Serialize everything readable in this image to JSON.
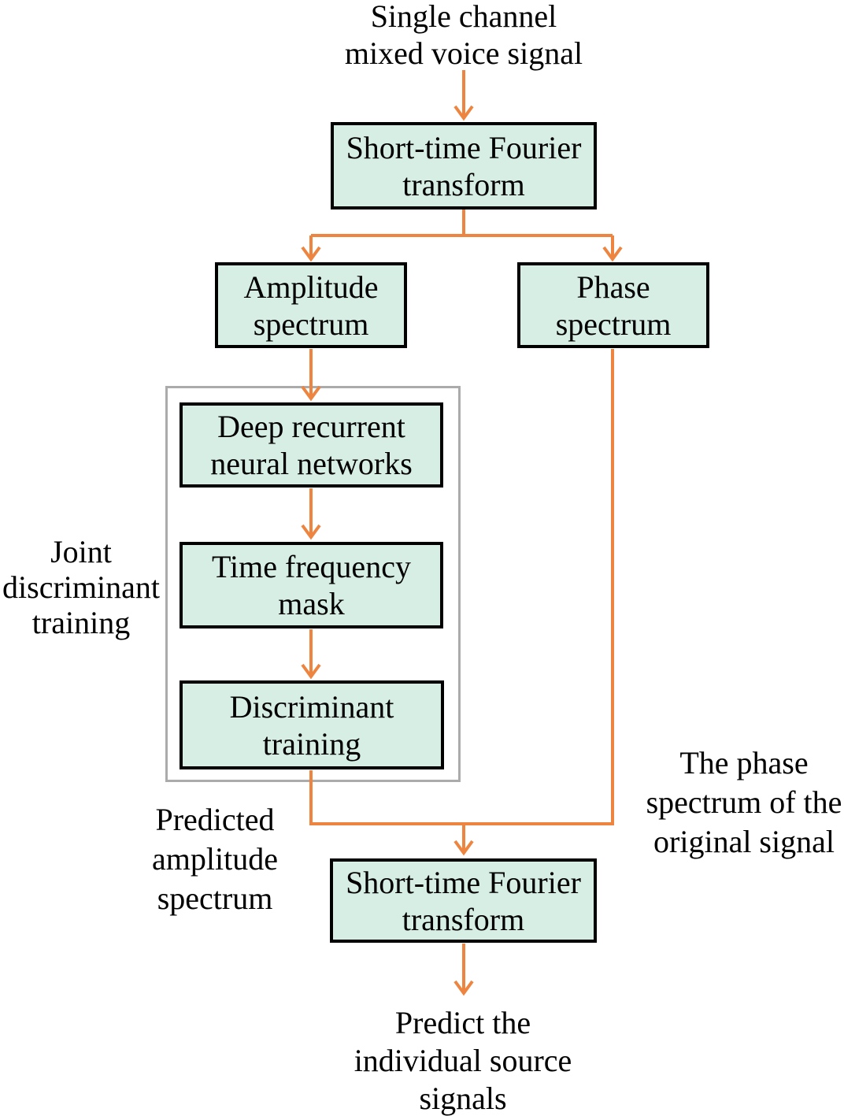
{
  "colors": {
    "background": "#FFFFFF",
    "text": "#000000",
    "box_fill": "#D7EEE5",
    "box_border": "#000000",
    "group_border": "#ABABAB",
    "arrow": "#ED8540"
  },
  "nodes": {
    "input_label": "Single channel\nmixed voice signal",
    "stft_top": "Short-time Fourier\ntransform",
    "amplitude": "Amplitude\nspectrum",
    "phase": "Phase\nspectrum",
    "drnn": "Deep recurrent\nneural networks",
    "tf_mask": "Time frequency\nmask",
    "discriminant": "Discriminant\ntraining",
    "stft_bottom": "Short-time Fourier\ntransform",
    "output_label": "Predict the\nindividual source\nsignals"
  },
  "annotations": {
    "joint_training": "Joint\ndiscriminant\ntraining",
    "predicted_amplitude": "Predicted\namplitude\nspectrum",
    "phase_original": "The phase\nspectrum of the\noriginal signal"
  }
}
